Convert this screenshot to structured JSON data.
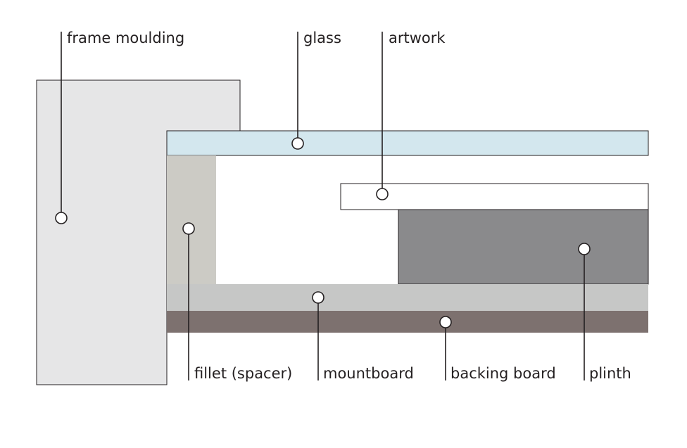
{
  "labels": {
    "frame_moulding": "frame moulding",
    "glass": "glass",
    "artwork": "artwork",
    "fillet": "fillet (spacer)",
    "mountboard": "mountboard",
    "backing_board": "backing board",
    "plinth": "plinth"
  },
  "colors": {
    "frame_moulding": "#e6e6e7",
    "glass": "#d3e7ee",
    "artwork": "#ffffff",
    "fillet": "#cccbc5",
    "mountboard": "#c6c7c6",
    "backing_board": "#7d716f",
    "plinth": "#8a8a8c",
    "outline": "#231f20"
  }
}
